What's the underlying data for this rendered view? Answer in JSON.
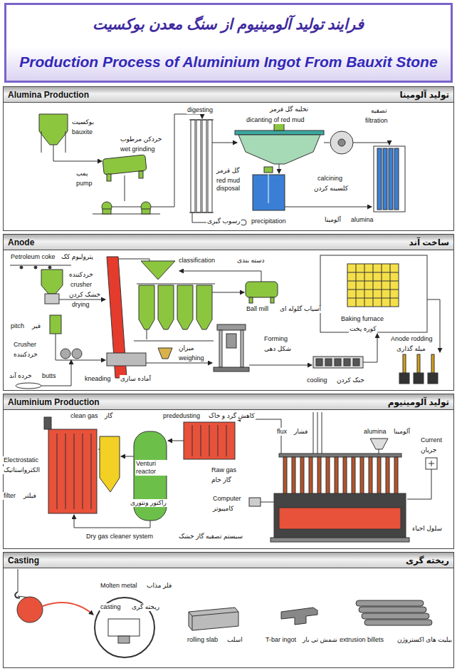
{
  "diagram": {
    "nodes": [
      {
        "text": [
          "فرایند تولید آلومینیوم از سنگ معدن بوکسیت",
          "Production Process of Aluminium Ingot From Bauxit Stone"
        ]
      },
      {
        "text": [
          "Alumina Production",
          "تولید آلومینا"
        ]
      },
      {
        "text": [
          "Anode",
          "ساخت آند"
        ]
      },
      {
        "text": [
          "Aluminium Production",
          "تولید آلومینیوم"
        ]
      },
      {
        "text": [
          "Casting",
          "ریخته گری"
        ]
      }
    ],
    "labels": [
      "بوکسیت",
      "bauxite",
      "خردکن مرطوب",
      "wet grinding",
      "پمپ",
      "pump",
      "digesting",
      "گل قرمز",
      "red mud disposal",
      "تخلیه گل قرمز",
      "dicanting of red mud",
      "رسوب گیری",
      "precipitation",
      "تصفیه",
      "filtration",
      "calcining",
      "کلسینه کردن",
      "آلومینا",
      "alumina",
      "Petroleum coke",
      "پترولیوم کک",
      "خردکننده",
      "crusher",
      "خشک کردن",
      "drying",
      "classification",
      "دسته بندی",
      "pitch",
      "قیر",
      "Crusher",
      "خردکننده",
      "خرده آند",
      "butts",
      "Ball mill",
      "آسیاب گلوله ای",
      "Forming",
      "شکل دهی",
      "میزان",
      "weighing",
      "kneading",
      "آماده سازی",
      "cooling",
      "خنک کردن",
      "Baking furnace",
      "کوره پخت",
      "Anode rodding",
      "میله گذاری",
      "clean gas",
      "گاز",
      "prededusting",
      "کاهش گرد و خاک",
      "flux",
      "فشار",
      "alumina",
      "آلومینا",
      "Electrostatic",
      "الکترواستاتیک",
      "filter",
      "فیلتر",
      "Venturi reactor",
      "راکتور ونتوری",
      "Raw gas",
      "گاز خام",
      "Computer",
      "کامپیوتر",
      "Current",
      "جریان",
      "Dry gas cleaner system",
      "سیستم تصفیه گاز خشک",
      "سلول احیاء",
      "Molten metal",
      "فلز مذاب",
      "casting",
      "ریخته گری",
      "rolling slab",
      "اسلب",
      "T-bar ingot",
      "شمش تی بار",
      "extrusion billets",
      "بیلیت های اکستروژن"
    ]
  }
}
